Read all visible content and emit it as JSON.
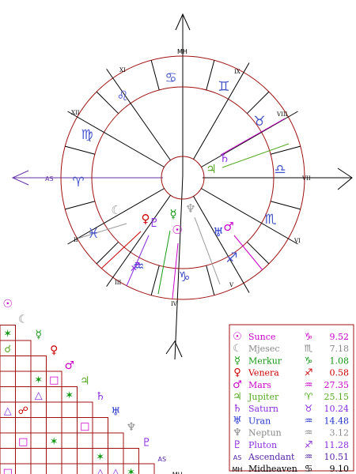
{
  "axes": {
    "mh_top": "MH",
    "as_left": "AS",
    "ds_right": "VII",
    "ic_bottom": "IV"
  },
  "house_numbers": [
    {
      "label": "XI"
    },
    {
      "label": "IX"
    },
    {
      "label": "XII"
    },
    {
      "label": "VIII"
    },
    {
      "label": "II"
    },
    {
      "label": "VI"
    },
    {
      "label": "III"
    },
    {
      "label": "V"
    }
  ],
  "zodiac_signs": [
    {
      "name": "cancer-glyph",
      "glyph": "♋"
    },
    {
      "name": "leo-glyph",
      "glyph": "♌"
    },
    {
      "name": "gemini-glyph",
      "glyph": "♊"
    },
    {
      "name": "virgo-glyph",
      "glyph": "♍"
    },
    {
      "name": "taurus-glyph",
      "glyph": "♉"
    },
    {
      "name": "aries-glyph",
      "glyph": "♈"
    },
    {
      "name": "libra-glyph",
      "glyph": "♎"
    },
    {
      "name": "pisces-glyph",
      "glyph": "♓"
    },
    {
      "name": "scorpio-glyph",
      "glyph": "♏"
    },
    {
      "name": "aquarius-glyph",
      "glyph": "♒"
    },
    {
      "name": "sagittarius-glyph",
      "glyph": "♐"
    },
    {
      "name": "capricorn-glyph",
      "glyph": "♑"
    }
  ],
  "planets_in_wheel": [
    {
      "name": "saturn-glyph",
      "glyph": "♄",
      "color": "#8b2be2"
    },
    {
      "name": "jupiter-glyph",
      "glyph": "♃",
      "color": "#55aa22"
    },
    {
      "name": "moon-glyph",
      "glyph": "☾",
      "color": "#999999"
    },
    {
      "name": "venus-glyph",
      "glyph": "♀",
      "color": "#cc0000"
    },
    {
      "name": "pluto-glyph",
      "glyph": "♇",
      "color": "#8b2be2"
    },
    {
      "name": "mercury-glyph",
      "glyph": "☿",
      "color": "#119911"
    },
    {
      "name": "neptune-glyph",
      "glyph": "♆",
      "color": "#999999"
    },
    {
      "name": "sun-glyph",
      "glyph": "☉",
      "color": "#cc00cc"
    },
    {
      "name": "mars-glyph",
      "glyph": "♂",
      "color": "#cc00cc"
    },
    {
      "name": "uranus-glyph",
      "glyph": "♅",
      "color": "#2233cc"
    },
    {
      "name": "ascendant-arrow-glyph",
      "glyph": "♐",
      "color": "#8b2be2"
    }
  ],
  "aspect_grid": {
    "diag_headers": [
      {
        "glyph": "☉",
        "color": "#cc00cc"
      },
      {
        "glyph": "☾",
        "color": "#888888"
      },
      {
        "glyph": "☿",
        "color": "#119911"
      },
      {
        "glyph": "♀",
        "color": "#cc0000"
      },
      {
        "glyph": "♂",
        "color": "#cc00cc"
      },
      {
        "glyph": "♃",
        "color": "#55aa22"
      },
      {
        "glyph": "♄",
        "color": "#8b2be2"
      },
      {
        "glyph": "♅",
        "color": "#2233cc"
      },
      {
        "glyph": "♆",
        "color": "#888888"
      },
      {
        "glyph": "♇",
        "color": "#8b2be2"
      },
      {
        "glyph": "AS",
        "color": "#5522aa"
      },
      {
        "glyph": "MH",
        "color": "#000000"
      }
    ],
    "aspects": [
      {
        "row": 1,
        "col": 0,
        "glyph": "✶",
        "color": "#119911"
      },
      {
        "row": 2,
        "col": 0,
        "glyph": "☌",
        "color": "#55aa22"
      },
      {
        "row": 4,
        "col": 2,
        "glyph": "✶",
        "color": "#119911"
      },
      {
        "row": 4,
        "col": 3,
        "glyph": "□",
        "color": "#cc00cc"
      },
      {
        "row": 5,
        "col": 2,
        "glyph": "△",
        "color": "#8b2be2"
      },
      {
        "row": 5,
        "col": 4,
        "glyph": "✶",
        "color": "#119911"
      },
      {
        "row": 6,
        "col": 0,
        "glyph": "△",
        "color": "#8b2be2"
      },
      {
        "row": 6,
        "col": 1,
        "glyph": "☍",
        "color": "#cc0000"
      },
      {
        "row": 7,
        "col": 5,
        "glyph": "□",
        "color": "#cc00cc"
      },
      {
        "row": 8,
        "col": 1,
        "glyph": "□",
        "color": "#cc00cc"
      },
      {
        "row": 8,
        "col": 3,
        "glyph": "✶",
        "color": "#119911"
      },
      {
        "row": 9,
        "col": 6,
        "glyph": "✶",
        "color": "#119911"
      },
      {
        "row": 10,
        "col": 0,
        "glyph": "□",
        "color": "#cc00cc"
      },
      {
        "row": 10,
        "col": 6,
        "glyph": "△",
        "color": "#8b2be2"
      },
      {
        "row": 10,
        "col": 7,
        "glyph": "△",
        "color": "#8b2be2"
      },
      {
        "row": 10,
        "col": 8,
        "glyph": "✶",
        "color": "#119911"
      }
    ]
  },
  "positions_table": {
    "rows": [
      {
        "glyph": "☉",
        "name": "Sunce",
        "sign": "♑",
        "value": "9.52",
        "color": "#cc00cc"
      },
      {
        "glyph": "☾",
        "name": "Mjesec",
        "sign": "♏",
        "value": "7.18",
        "color": "#888888"
      },
      {
        "glyph": "☿",
        "name": "Merkur",
        "sign": "♑",
        "value": "1.08",
        "color": "#119911"
      },
      {
        "glyph": "♀",
        "name": "Venera",
        "sign": "♐",
        "value": "0.58",
        "color": "#cc0000"
      },
      {
        "glyph": "♂",
        "name": "Mars",
        "sign": "♒",
        "value": "27.35",
        "color": "#cc00cc"
      },
      {
        "glyph": "♃",
        "name": "Jupiter",
        "sign": "♈",
        "value": "25.15",
        "color": "#55aa22"
      },
      {
        "glyph": "♄",
        "name": "Saturn",
        "sign": "♉",
        "value": "10.24",
        "color": "#8b2be2"
      },
      {
        "glyph": "♅",
        "name": "Uran",
        "sign": "♒",
        "value": "14.48",
        "color": "#2233cc"
      },
      {
        "glyph": "♆",
        "name": "Neptun",
        "sign": "♒",
        "value": "3.12",
        "color": "#888888"
      },
      {
        "glyph": "♇",
        "name": "Pluton",
        "sign": "♐",
        "value": "11.28",
        "color": "#8b2be2"
      },
      {
        "glyph": "AS",
        "name": "Ascendant",
        "sign": "♒",
        "value": "10.51",
        "color": "#5522aa"
      },
      {
        "glyph": "MH",
        "name": "Midheaven",
        "sign": "♋",
        "value": "9.10",
        "color": "#000000"
      }
    ]
  },
  "colors": {
    "circle": "#a01010",
    "line": "#000000",
    "table_border": "#a01010"
  }
}
